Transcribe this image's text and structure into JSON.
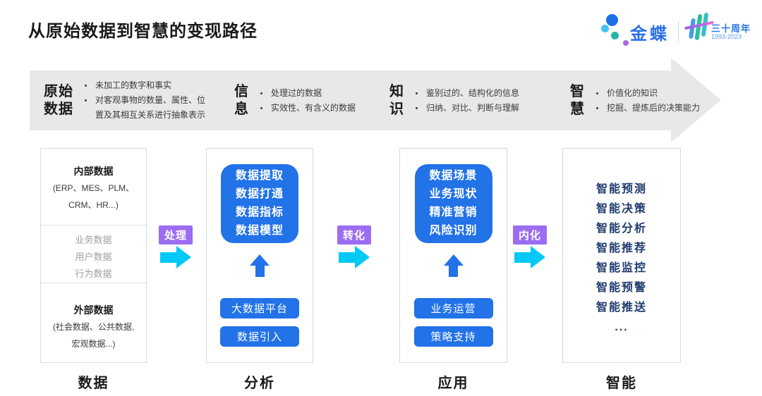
{
  "page": {
    "title": "从原始数据到智慧的变现路径"
  },
  "logo": {
    "brand": "金蝶",
    "anniversary": "三十周年",
    "years": "1993-2023"
  },
  "banner": {
    "stages": [
      {
        "label_lines": [
          "原始",
          "数据"
        ],
        "bullets": [
          "未加工的数字和事实",
          "对客观事物的数量、属性、位置及其相互关系进行抽象表示"
        ]
      },
      {
        "label_lines": [
          "信",
          "息"
        ],
        "bullets": [
          "处理过的数据",
          "实效性、有含义的数据"
        ]
      },
      {
        "label_lines": [
          "知",
          "识"
        ],
        "bullets": [
          "鉴别过的、结构化的信息",
          "归纳、对比、判断与理解"
        ]
      },
      {
        "label_lines": [
          "智",
          "慧"
        ],
        "bullets": [
          "价值化的知识",
          "挖掘、提炼后的决策能力"
        ]
      }
    ]
  },
  "flow": {
    "connectors": [
      {
        "label": "处理"
      },
      {
        "label": "转化"
      },
      {
        "label": "内化"
      }
    ],
    "columns": [
      {
        "footer": "数据",
        "sections": {
          "internal": {
            "title": "内部数据",
            "subtitle_lines": [
              "(ERP、MES、PLM、",
              "CRM、HR...)"
            ]
          },
          "middle": {
            "items": [
              "业务数据",
              "用户数据",
              "行为数据"
            ]
          },
          "external": {
            "title": "外部数据",
            "subtitle_lines": [
              "(社会数据、公共数据,",
              "宏观数据...)"
            ]
          }
        }
      },
      {
        "footer": "分析",
        "card_lines": [
          "数据提取",
          "数据打通",
          "数据指标",
          "数据模型"
        ],
        "buttons": [
          "大数据平台",
          "数据引入"
        ]
      },
      {
        "footer": "应用",
        "card_lines": [
          "数据场景",
          "业务现状",
          "精准营销",
          "风险识别"
        ],
        "buttons": [
          "业务运营",
          "策略支持"
        ]
      },
      {
        "footer": "智能",
        "items": [
          "智能预测",
          "智能决策",
          "智能分析",
          "智能推荐",
          "智能监控",
          "智能预警",
          "智能推送",
          "..."
        ]
      }
    ]
  },
  "colors": {
    "primary_blue": "#2272e8",
    "navy_text": "#1e3a6e",
    "accent_purple": "#9c6cf2",
    "accent_cyan": "#00c9f5",
    "banner_gray": "#e8e8e8"
  }
}
